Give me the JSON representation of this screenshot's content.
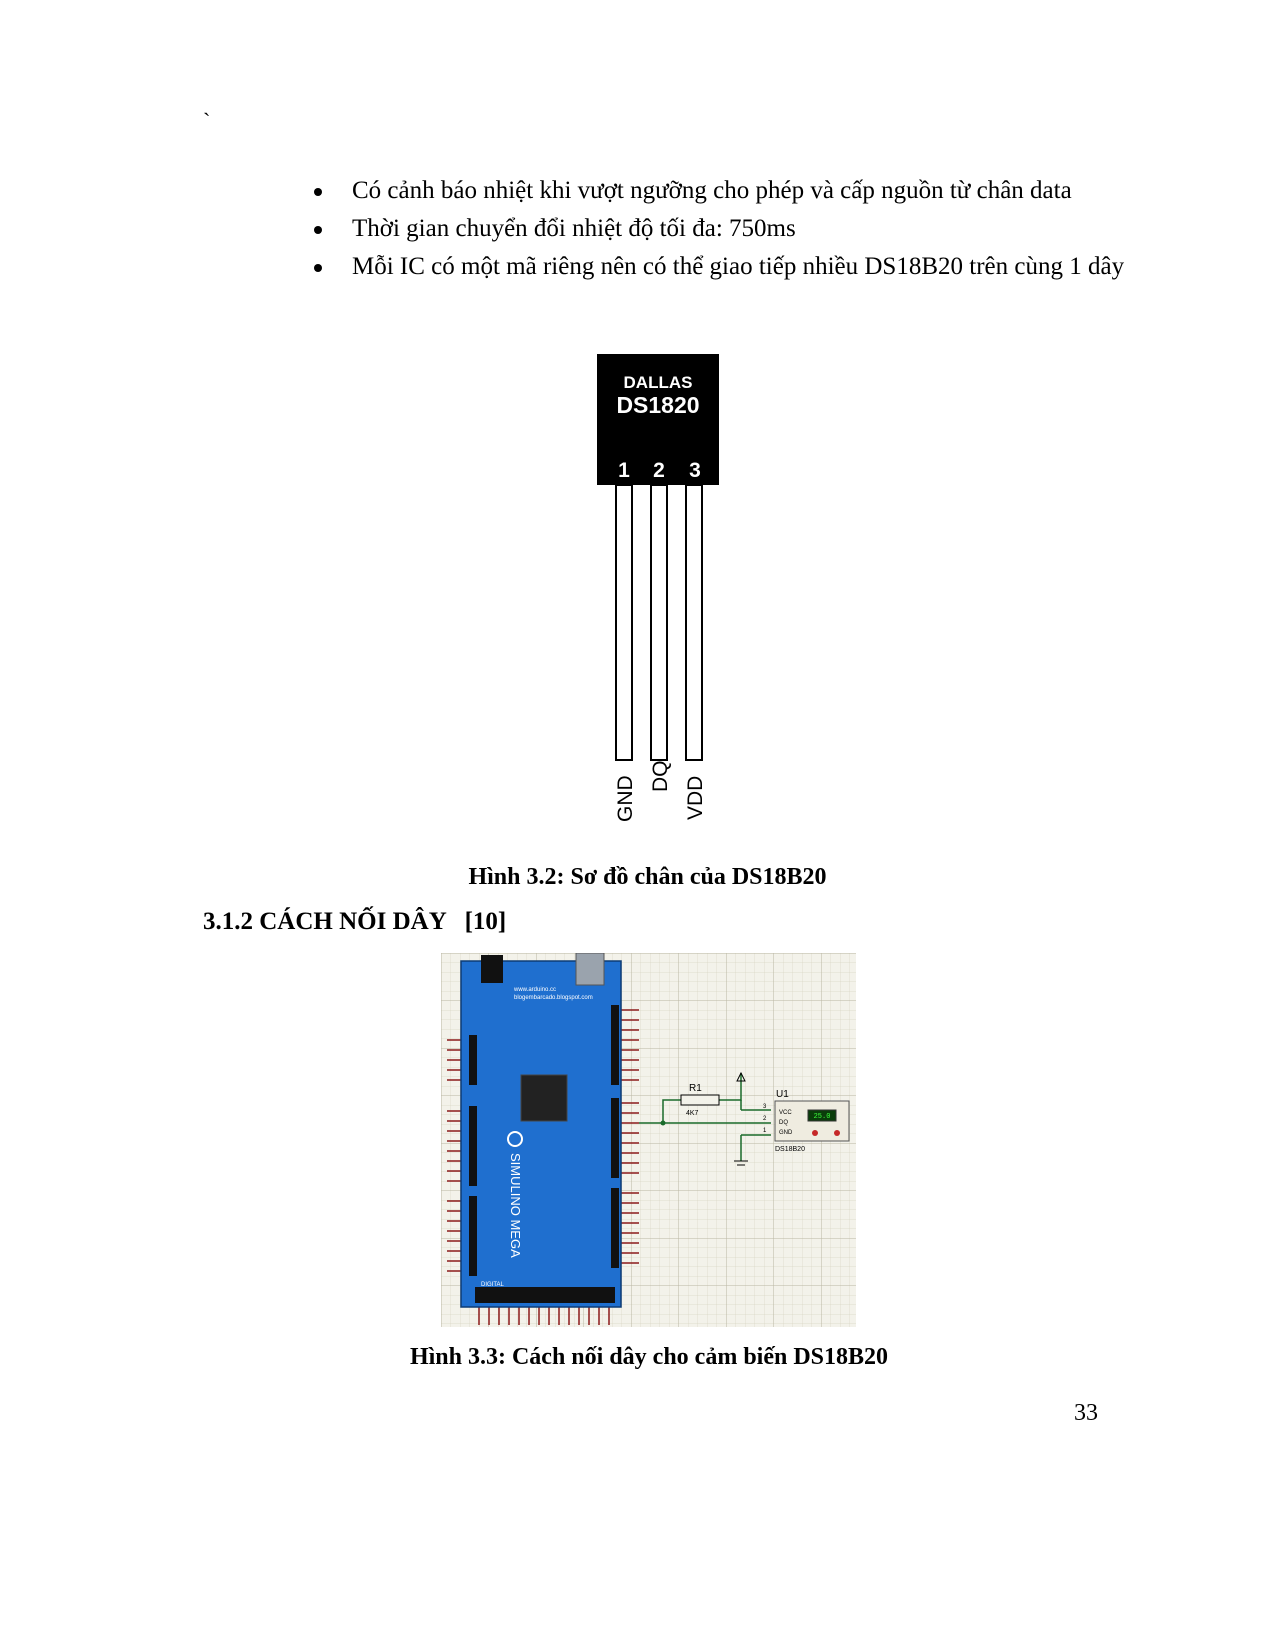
{
  "page": {
    "tick_mark": "`",
    "bullets": [
      "Có cảnh báo nhiệt khi vượt ngưỡng cho phép và cấp nguồn từ chân data",
      "Thời gian chuyển đổi nhiệt độ tối đa: 750ms",
      "Mỗi IC có một mã riêng nên có thể giao tiếp nhiều DS18B20 trên cùng 1 dây"
    ],
    "figure1": {
      "brand": "DALLAS",
      "part": "DS1820",
      "pin_numbers": [
        "1",
        "2",
        "3"
      ],
      "pin_names": [
        "GND",
        "DQ",
        "VDD"
      ],
      "caption": "Hình 3.2: Sơ đồ chân của DS18B20"
    },
    "section_heading": "3.1.2 CÁCH NỐI DÂY   [10]",
    "figure2": {
      "board_label": "SIMULINO MEGA",
      "board_sub": "www.arduino.cc",
      "board_sub2": "blogembarcado.blogspot.com",
      "digital_label": "DIGITAL",
      "resistor_name": "R1",
      "resistor_value": "4K7",
      "sensor_name": "U1",
      "sensor_part": "DS18B20",
      "sensor_pins": [
        "VCC",
        "DQ",
        "GND"
      ],
      "sensor_reading": "25.0",
      "pin_nums": [
        "3",
        "2",
        "1"
      ],
      "caption": "Hình 3.3: Cách nối dây cho cảm biến DS18B20"
    },
    "page_number": "33"
  }
}
